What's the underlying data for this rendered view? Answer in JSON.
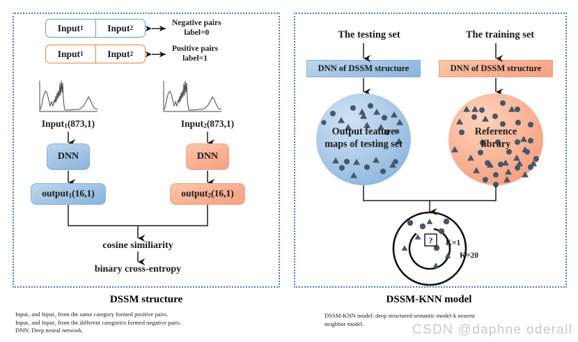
{
  "left": {
    "panel_name": "DSSM structure diagram",
    "pairs": [
      {
        "cell1": "Input",
        "cell1_sub": "1",
        "cell2": "Input",
        "cell2_sub": "2",
        "label_line1": "Negative pairs",
        "label_line2": "label=0",
        "color": "#5b9bd5"
      },
      {
        "cell1": "Input",
        "cell1_sub": "1",
        "cell2": "Input",
        "cell2_sub": "2",
        "label_line1": "Positive pairs",
        "label_line2": "label=1",
        "color": "#ed7d31"
      }
    ],
    "input_left_label": "Input",
    "input_left_sub": "1",
    "input_left_dims": "(873,1)",
    "input_right_label": "Input",
    "input_right_sub": "2",
    "input_right_dims": "(873,1)",
    "dnn_left": "DNN",
    "dnn_right": "DNN",
    "output_left": "output",
    "output_left_sub": "1",
    "output_left_dims": "(16,1)",
    "output_right": "output",
    "output_right_sub": "2",
    "output_right_dims": "(16,1)",
    "merge_step1": "cosine similiarity",
    "merge_step2": "binary cross-entropy",
    "title": "DSSM structure",
    "notes": [
      "Input₁ and Input₂ from the same category formed positive pairs.",
      "Input₁ and Input₂ from the different categories formed negative pairs.",
      "DNN: Deep neural network."
    ]
  },
  "right": {
    "panel_name": "DSSM-KNN model diagram",
    "testing_set_label": "The testing set",
    "training_set_label": "The training set",
    "dnn_testing": "DNN of DSSM structure",
    "dnn_training": "DNN of DSSM structure",
    "circle_testing_line1": "Output feature",
    "circle_testing_line2": "maps of testing set",
    "circle_training_line1": "Reference",
    "circle_training_line2": "library",
    "knn_query": "?",
    "knn_inner_label": "K=1",
    "knn_outer_label": "K=20",
    "title": "DSSM-KNN model",
    "notes": [
      "DSSM-KNN model: deep structured semantic model-k nearest",
      "neighbor model."
    ]
  },
  "watermark": "CSDN @daphne oderall",
  "colors": {
    "blue_fill": "#a8c8e6",
    "blue_stroke": "#5b9bd5",
    "orange_fill": "#f9b396",
    "orange_stroke": "#ed7d31",
    "marker": "#46566b",
    "panel_border": "#3f7bbf"
  }
}
